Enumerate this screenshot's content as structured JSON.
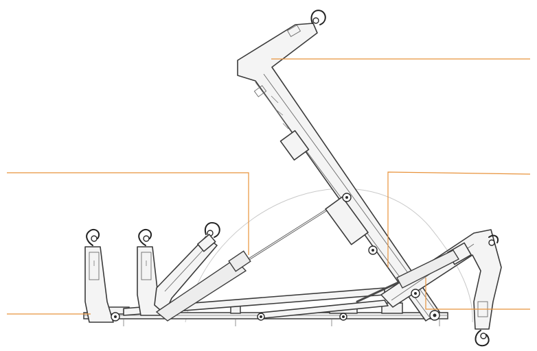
{
  "diagram": {
    "colors": {
      "callout_line": "#e8923a",
      "outline": "#3a3a3a",
      "fill": "#f4f4f4",
      "arc": "#c9c9c9",
      "background": "#ffffff"
    },
    "callouts": [
      {
        "name": "callout-top-right",
        "label": ""
      },
      {
        "name": "callout-upper-left",
        "label": ""
      },
      {
        "name": "callout-middle-right",
        "label": ""
      },
      {
        "name": "callout-lower-right",
        "label": ""
      },
      {
        "name": "callout-bottom-left",
        "label": ""
      }
    ],
    "components": {
      "base_frame": "base-frame",
      "main_arm": "main-boom-arm",
      "rear_arm": "rear-folding-arm",
      "lift_cylinder": "lift-cylinder",
      "tilt_cylinder": "tilt-cylinder",
      "swing_arc": "swing-arc"
    }
  }
}
